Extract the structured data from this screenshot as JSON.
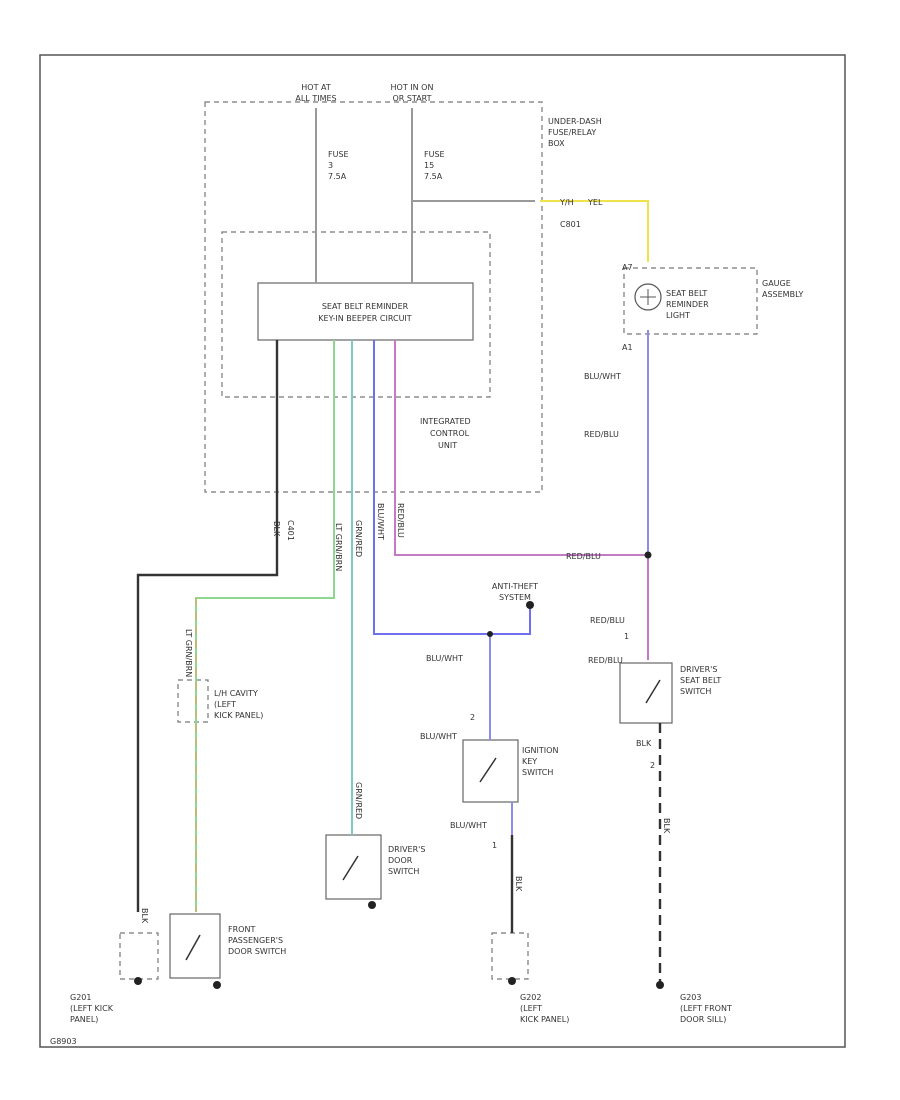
{
  "labels": {
    "hot_left": [
      "HOT AT",
      "ALL TIMES"
    ],
    "hot_right": [
      "HOT IN ON",
      "OR START"
    ],
    "fuse_left": [
      "FUSE",
      "3",
      "7.5A"
    ],
    "fuse_right": [
      "FUSE",
      "15",
      "7.5A"
    ],
    "underdash": [
      "UNDER-DASH",
      "FUSE/RELAY",
      "BOX"
    ],
    "connector_c801": "C801",
    "wire_yel": "YEL",
    "wire_yel_short": "Y/H",
    "gauge": [
      "GAUGE",
      "ASSEMBLY"
    ],
    "reminder_light": [
      "SEAT BELT",
      "REMINDER",
      "LIGHT"
    ],
    "pin_a7": "A7",
    "pin_a1": "A1",
    "reminder_circuit": [
      "SEAT BELT REMINDER",
      "KEY-IN BEEPER CIRCUIT"
    ],
    "icu": [
      "INTEGRATED",
      "CONTROL",
      "UNIT"
    ],
    "blu_wht_1": "BLU/WHT",
    "red_blu_1": "RED/BLU",
    "red_blu_2": "RED/BLU",
    "blk_v": "BLK",
    "c401": "C401",
    "grn_v": "LT GRN/BRN",
    "grn2_v": "GRN/RED",
    "blu_v": "BLU/WHT",
    "red_v": "RED/BLU",
    "anti_theft": [
      "ANTI-THEFT",
      "SYSTEM"
    ],
    "red_blu_3": "RED/BLU",
    "pin1_a": "1",
    "red_blu_4": "RED/BLU",
    "driver_belt_sw": [
      "DRIVER'S",
      "SEAT BELT",
      "SWITCH"
    ],
    "blu_wht_2": "BLU/WHT",
    "pin2_a": "2",
    "blu_wht_3": "BLU/WHT",
    "ignition_sw": [
      "IGNITION",
      "KEY",
      "SWITCH"
    ],
    "blk_h": "BLK",
    "pin2_b": "2",
    "blu_wht_4": "BLU/WHT",
    "pin1_b": "1",
    "lt_grn_brn_v": "LT GRN/BRN",
    "lh_cav": [
      "L/H CAVITY",
      "(LEFT",
      "KICK PANEL)"
    ],
    "grn_red_v2": "GRN/RED",
    "driver_door_sw": [
      "DRIVER'S",
      "DOOR",
      "SWITCH"
    ],
    "passenger_door_sw": [
      "FRONT",
      "PASSENGER'S",
      "DOOR SWITCH"
    ],
    "blk_v2": "BLK",
    "blk_v3": "BLK",
    "blk_v4": "BLK",
    "g201": [
      "G201",
      "(LEFT KICK",
      "PANEL)"
    ],
    "g202": [
      "G202",
      "(LEFT",
      "KICK PANEL)"
    ],
    "g203": [
      "G203",
      "(LEFT FRONT",
      "DOOR SILL)"
    ],
    "fig_code": "G8903"
  },
  "colors": {
    "wire_gray": "#999999",
    "wire_black": "#333333",
    "wire_yellow": "#f0e24a",
    "wire_purple": "#c47ac4",
    "wire_blue": "#6f6ff0",
    "wire_green": "#8fd68f",
    "wire_teal": "#7ec8c8",
    "wire_orange": "#e8a060"
  }
}
